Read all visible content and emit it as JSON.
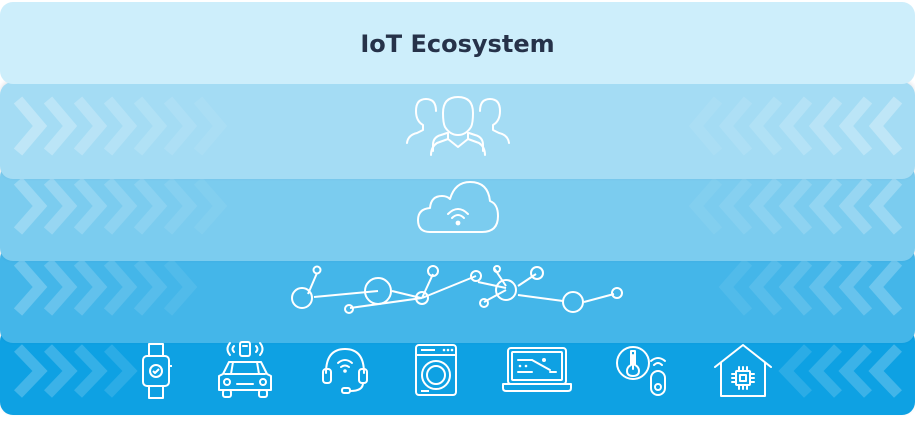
{
  "title": "IoT Ecosystem",
  "colors": {
    "band_title": "#cdeefb",
    "band_users": "#a4dcf4",
    "band_cloud": "#7bccef",
    "band_network": "#44b6e9",
    "band_devices": "#0ea1e3",
    "line": "#ffffff"
  },
  "layers": [
    {
      "name": "users",
      "icon": "people-icon"
    },
    {
      "name": "cloud",
      "icon": "wifi-cloud-icon"
    },
    {
      "name": "network",
      "icon": "network-nodes-icon"
    },
    {
      "name": "devices",
      "icons": [
        "smartwatch-icon",
        "connected-car-icon",
        "headset-icon",
        "washing-machine-icon",
        "laptop-icon",
        "thermostat-icon",
        "smart-home-icon"
      ]
    }
  ]
}
